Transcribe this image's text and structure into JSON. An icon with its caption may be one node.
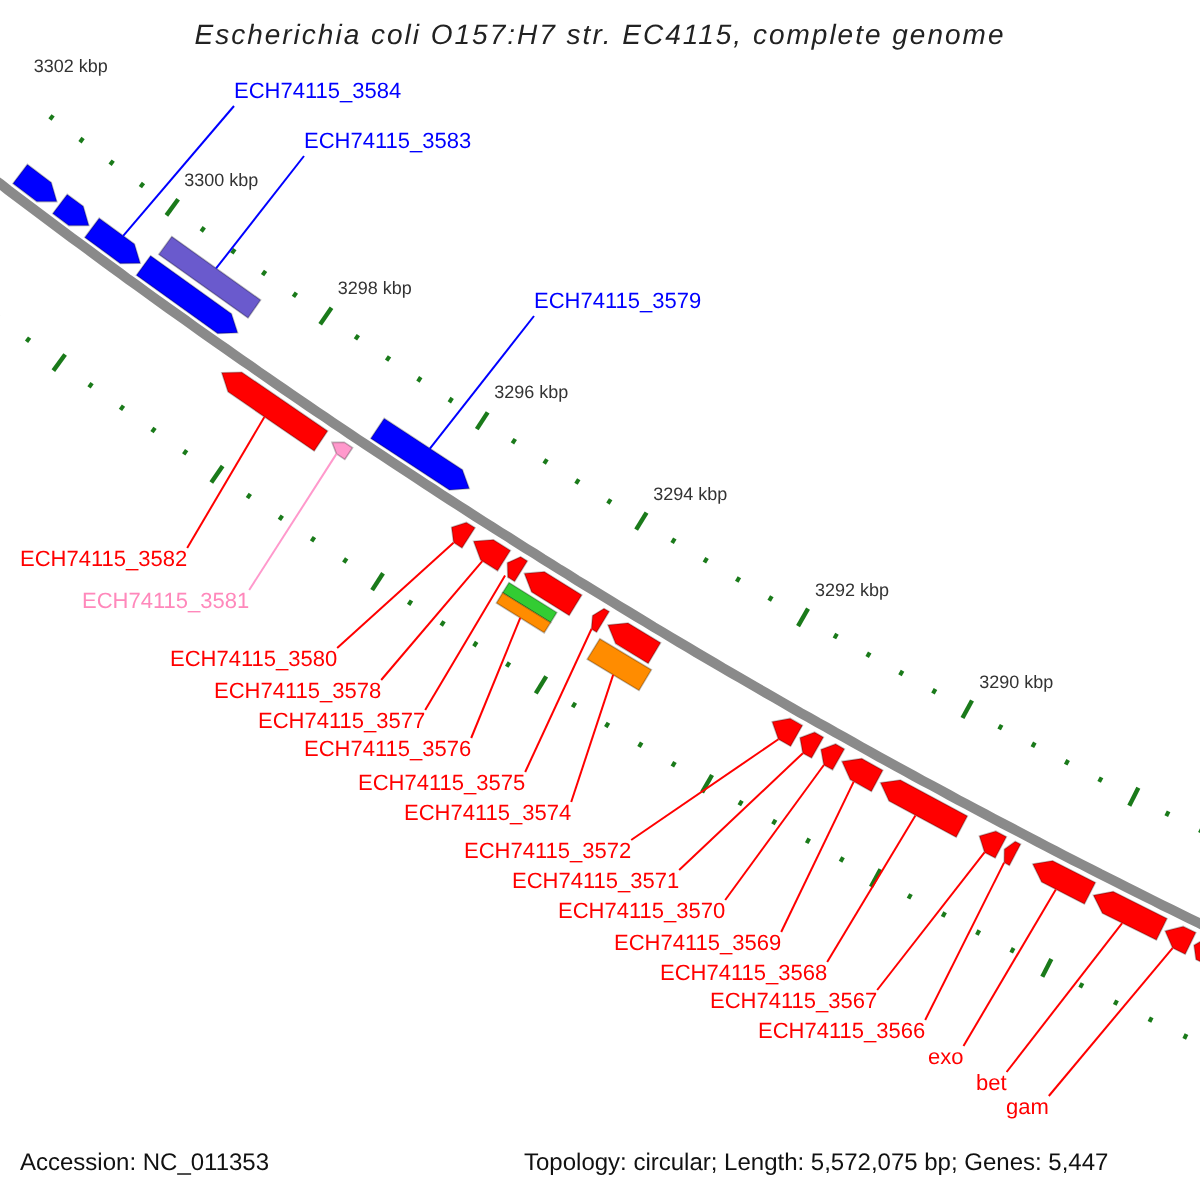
{
  "diagram": {
    "title": "Escherichia coli O157:H7 str. EC4115, complete genome",
    "nodes": [
      {
        "text": [
          "ECH74115_3584"
        ]
      },
      {
        "text": [
          "ECH74115_3583"
        ]
      },
      {
        "text": [
          "ECH74115_3579"
        ]
      },
      {
        "text": [
          "ECH74115_3582"
        ]
      },
      {
        "text": [
          "ECH74115_3581"
        ]
      },
      {
        "text": [
          "ECH74115_3580"
        ]
      },
      {
        "text": [
          "ECH74115_3578"
        ]
      },
      {
        "text": [
          "ECH74115_3577"
        ]
      },
      {
        "text": [
          "ECH74115_3576"
        ]
      },
      {
        "text": [
          "ECH74115_3575"
        ]
      },
      {
        "text": [
          "ECH74115_3574"
        ]
      },
      {
        "text": [
          "ECH74115_3572"
        ]
      },
      {
        "text": [
          "ECH74115_3571"
        ]
      },
      {
        "text": [
          "ECH74115_3570"
        ]
      },
      {
        "text": [
          "ECH74115_3569"
        ]
      },
      {
        "text": [
          "ECH74115_3568"
        ]
      },
      {
        "text": [
          "ECH74115_3567"
        ]
      },
      {
        "text": [
          "ECH74115_3566"
        ]
      },
      {
        "text": [
          "exo"
        ]
      },
      {
        "text": [
          "bet"
        ]
      },
      {
        "text": [
          "gam"
        ]
      },
      {
        "text": [],
        "shape": "arrow"
      },
      {
        "text": [],
        "shape": "arrow"
      },
      {
        "text": [],
        "shape": "arrow"
      },
      {
        "text": [],
        "shape": "bar"
      },
      {
        "text": [],
        "shape": "arrow"
      },
      {
        "text": [],
        "shape": "arrow"
      },
      {
        "text": [],
        "shape": "arrow"
      },
      {
        "text": [],
        "shape": "arrow"
      },
      {
        "text": [],
        "shape": "arrow"
      },
      {
        "text": [],
        "shape": "arrow"
      },
      {
        "text": [],
        "shape": "arrow"
      },
      {
        "text": [],
        "shape": "arrow"
      },
      {
        "text": [],
        "shape": "bar"
      },
      {
        "text": [],
        "shape": "bar"
      },
      {
        "text": [],
        "shape": "arrow"
      },
      {
        "text": [],
        "shape": "arrow"
      },
      {
        "text": [],
        "shape": "bar"
      },
      {
        "text": [],
        "shape": "arrow"
      },
      {
        "text": [],
        "shape": "arrow"
      },
      {
        "text": [],
        "shape": "arrow"
      },
      {
        "text": [],
        "shape": "arrow"
      },
      {
        "text": [],
        "shape": "arrow"
      },
      {
        "text": [],
        "shape": "arrow"
      },
      {
        "text": [],
        "shape": "arrow"
      },
      {
        "text": [],
        "shape": "arrow"
      },
      {
        "text": [],
        "shape": "arrow"
      },
      {
        "text": [],
        "shape": "arrow"
      },
      {
        "text": [],
        "shape": "arrow"
      }
    ],
    "edges": [
      {
        "from": 0,
        "to": 23,
        "arrow": "none",
        "color": "#0000ff"
      },
      {
        "from": 1,
        "to": 24,
        "arrow": "none",
        "color": "#0000ff"
      },
      {
        "from": 2,
        "to": 28,
        "arrow": "none",
        "color": "#0000ff"
      },
      {
        "from": 3,
        "to": 26,
        "arrow": "none"
      },
      {
        "from": 4,
        "to": 27,
        "arrow": "none",
        "color": "#ff99cc"
      },
      {
        "from": 5,
        "to": 29,
        "arrow": "none"
      },
      {
        "from": 6,
        "to": 30,
        "arrow": "none"
      },
      {
        "from": 7,
        "to": 31,
        "arrow": "none"
      },
      {
        "from": 8,
        "to": 34,
        "arrow": "none"
      },
      {
        "from": 9,
        "to": 35,
        "arrow": "none"
      },
      {
        "from": 10,
        "to": 37,
        "arrow": "none"
      },
      {
        "from": 11,
        "to": 38,
        "arrow": "none"
      },
      {
        "from": 12,
        "to": 39,
        "arrow": "none"
      },
      {
        "from": 13,
        "to": 40,
        "arrow": "none"
      },
      {
        "from": 14,
        "to": 41,
        "arrow": "none"
      },
      {
        "from": 15,
        "to": 42,
        "arrow": "none"
      },
      {
        "from": 16,
        "to": 43,
        "arrow": "none"
      },
      {
        "from": 17,
        "to": 44,
        "arrow": "none"
      },
      {
        "from": 18,
        "to": 45,
        "arrow": "none"
      },
      {
        "from": 19,
        "to": 46,
        "arrow": "none"
      },
      {
        "from": 20,
        "to": 47,
        "arrow": "none"
      }
    ],
    "labels": [
      "3302 kbp",
      "3300 kbp",
      "3298 kbp",
      "3296 kbp",
      "3294 kbp",
      "3292 kbp",
      "3290 kbp",
      "Accession: NC_011353",
      "Topology: circular; Length: 5,572,075 bp; Genes: 5,447"
    ]
  }
}
